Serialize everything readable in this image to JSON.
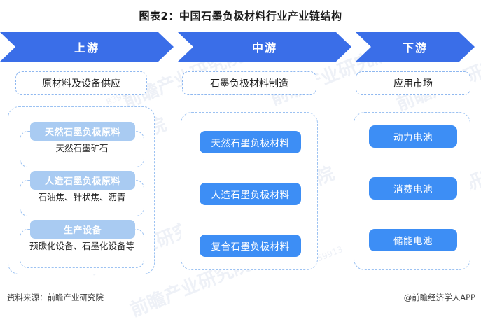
{
  "title": "图表2：中国石墨负极材料行业产业链结构",
  "colors": {
    "chevron_blue": "#3a6ee8",
    "box_blue": "#3d8ef5",
    "group_head_blue": "#a9cbf2",
    "dashed_border": "#9cc2f2",
    "text_dark": "#1f1f1f"
  },
  "chain": {
    "stages": [
      {
        "label": "上游",
        "section_header": "原材料及设备供应"
      },
      {
        "label": "中游",
        "section_header": "石墨负极材料制造"
      },
      {
        "label": "下游",
        "section_header": "应用市场"
      }
    ]
  },
  "upstream": {
    "groups": [
      {
        "header": "天然石墨负极原料",
        "body": "天然石墨矿石"
      },
      {
        "header": "人造石墨负极原料",
        "body": "石油焦、针状焦、沥青"
      },
      {
        "header": "生产设备",
        "body": "预碳化设备、石墨化设备等"
      }
    ]
  },
  "midstream": {
    "items": [
      {
        "label": "天然石墨负极材料"
      },
      {
        "label": "人造石墨负极材料"
      },
      {
        "label": "复合石墨负极材料"
      }
    ]
  },
  "downstream": {
    "items": [
      {
        "label": "动力电池"
      },
      {
        "label": "消费电池"
      },
      {
        "label": "储能电池"
      }
    ]
  },
  "watermarks": {
    "brand": "前瞻产业研究院",
    "code": "83959913"
  },
  "footer": {
    "source": "资料来源：前瞻产业研究院",
    "attribution": "@前瞻经济学人APP"
  }
}
